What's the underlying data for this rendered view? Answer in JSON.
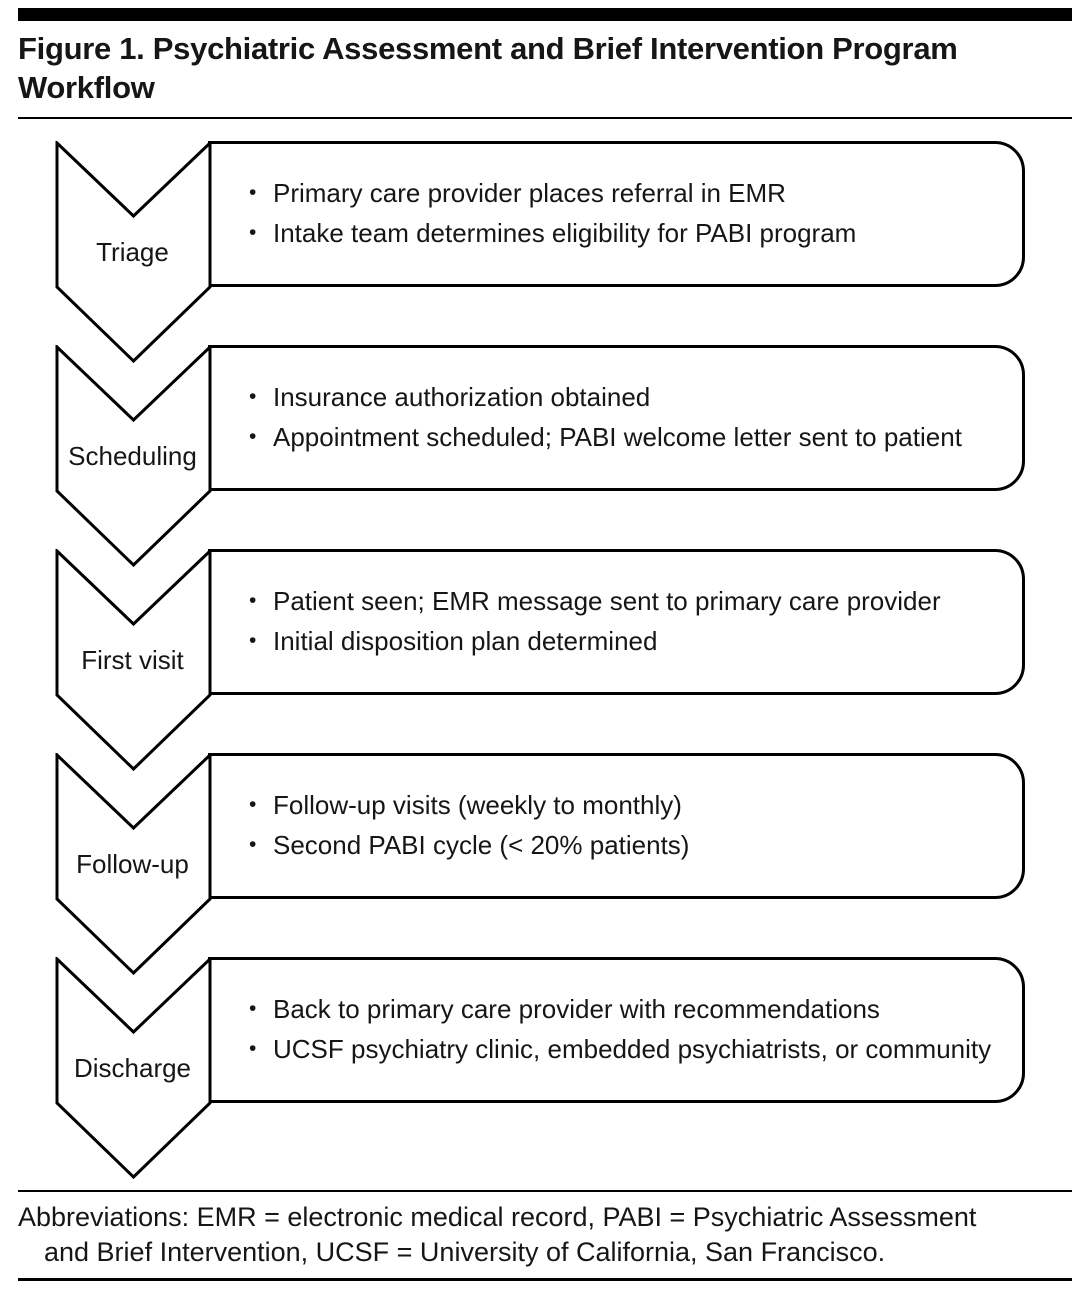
{
  "figure": {
    "title": "Figure 1. Psychiatric Assessment and Brief Intervention Program Workflow"
  },
  "workflow": {
    "bullet_char": "•",
    "steps": [
      {
        "label": "Triage",
        "bullets": [
          "Primary care provider places referral in EMR",
          "Intake team determines eligibility for PABI program"
        ]
      },
      {
        "label": "Scheduling",
        "bullets": [
          "Insurance authorization obtained",
          "Appointment scheduled; PABI welcome letter sent to patient"
        ]
      },
      {
        "label": "First visit",
        "bullets": [
          "Patient seen; EMR message sent to primary care provider",
          "Initial disposition plan determined"
        ]
      },
      {
        "label": "Follow-up",
        "bullets": [
          "Follow-up visits (weekly to monthly)",
          "Second PABI cycle (< 20% patients)"
        ]
      },
      {
        "label": "Discharge",
        "bullets": [
          "Back to primary care provider with recommendations",
          "UCSF psychiatry clinic, embedded psychiatrists, or community"
        ]
      }
    ]
  },
  "abbreviations": {
    "line1": "Abbreviations: EMR = electronic medical record, PABI = Psychiatric Assessment",
    "line2": "and Brief Intervention, UCSF = University of California, San Francisco."
  },
  "colors": {
    "ink": "#161616",
    "line": "#000000",
    "background": "#ffffff"
  }
}
